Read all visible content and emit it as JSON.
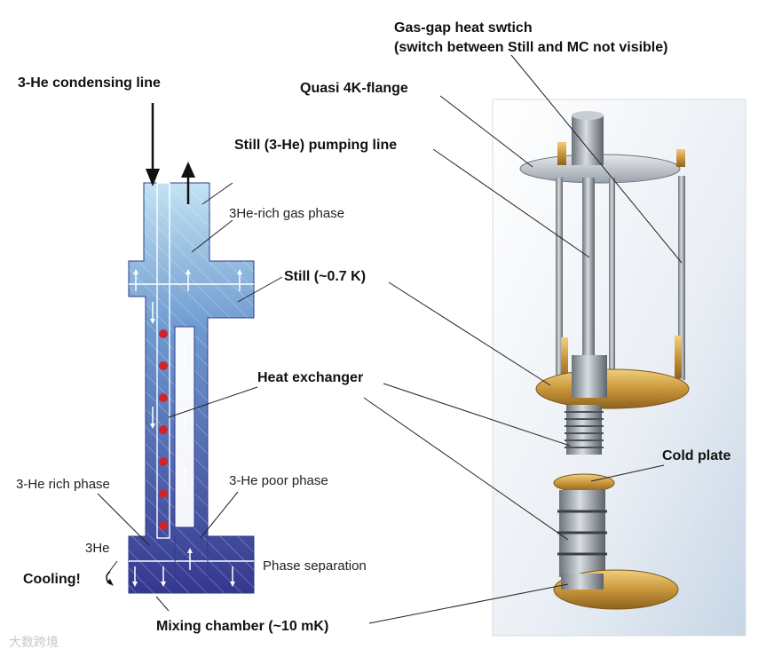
{
  "labels": {
    "condensing_line": "3-He condensing line",
    "pumping_line": "Still (3-He) pumping line",
    "gas_phase": "3He-rich gas phase",
    "still": "Still (~0.7 K)",
    "heat_exchanger": "Heat exchanger",
    "rich_phase": "3-He rich phase",
    "poor_phase": "3-He poor phase",
    "he3": "3He",
    "cooling": "Cooling!",
    "phase_separation": "Phase separation",
    "mixing_chamber": "Mixing chamber (~10 mK)",
    "heat_switch_1": "Gas-gap heat swtich",
    "heat_switch_2": "(switch between Still and MC not visible)",
    "quasi_flange": "Quasi 4K-flange",
    "cold_plate": "Cold plate"
  },
  "watermark": "大数跨境",
  "colors": {
    "liquid_top": "#b9def1",
    "liquid_bottom": "#3c3e9c",
    "gold": "#c9963a",
    "steel": "#9aa2aa",
    "heat_dot": "#d2232a"
  }
}
